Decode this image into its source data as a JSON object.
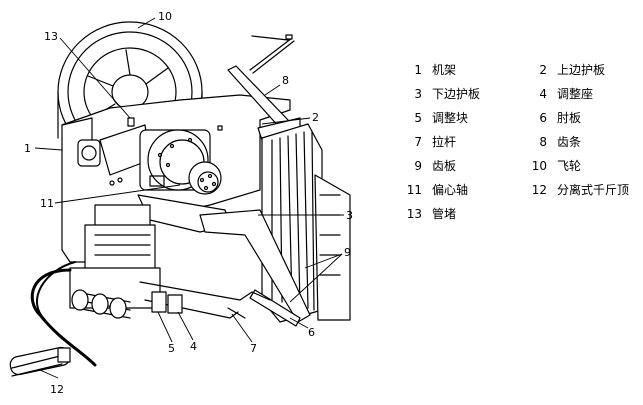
{
  "callouts": [
    "10",
    "13",
    "8",
    "1",
    "2",
    "11",
    "3",
    "9",
    "6",
    "5",
    "4",
    "7",
    "12"
  ],
  "legend": [
    {
      "num": "1",
      "label": "机架"
    },
    {
      "num": "2",
      "label": "上边护板"
    },
    {
      "num": "3",
      "label": "下边护板"
    },
    {
      "num": "4",
      "label": "调整座"
    },
    {
      "num": "5",
      "label": "调整块"
    },
    {
      "num": "6",
      "label": "肘板"
    },
    {
      "num": "7",
      "label": "拉杆"
    },
    {
      "num": "8",
      "label": "齿条"
    },
    {
      "num": "9",
      "label": "齿板"
    },
    {
      "num": "10",
      "label": "飞轮"
    },
    {
      "num": "11",
      "label": "偏心轴"
    },
    {
      "num": "12",
      "label": "分离式千斤顶"
    },
    {
      "num": "13",
      "label": "管堵"
    }
  ]
}
